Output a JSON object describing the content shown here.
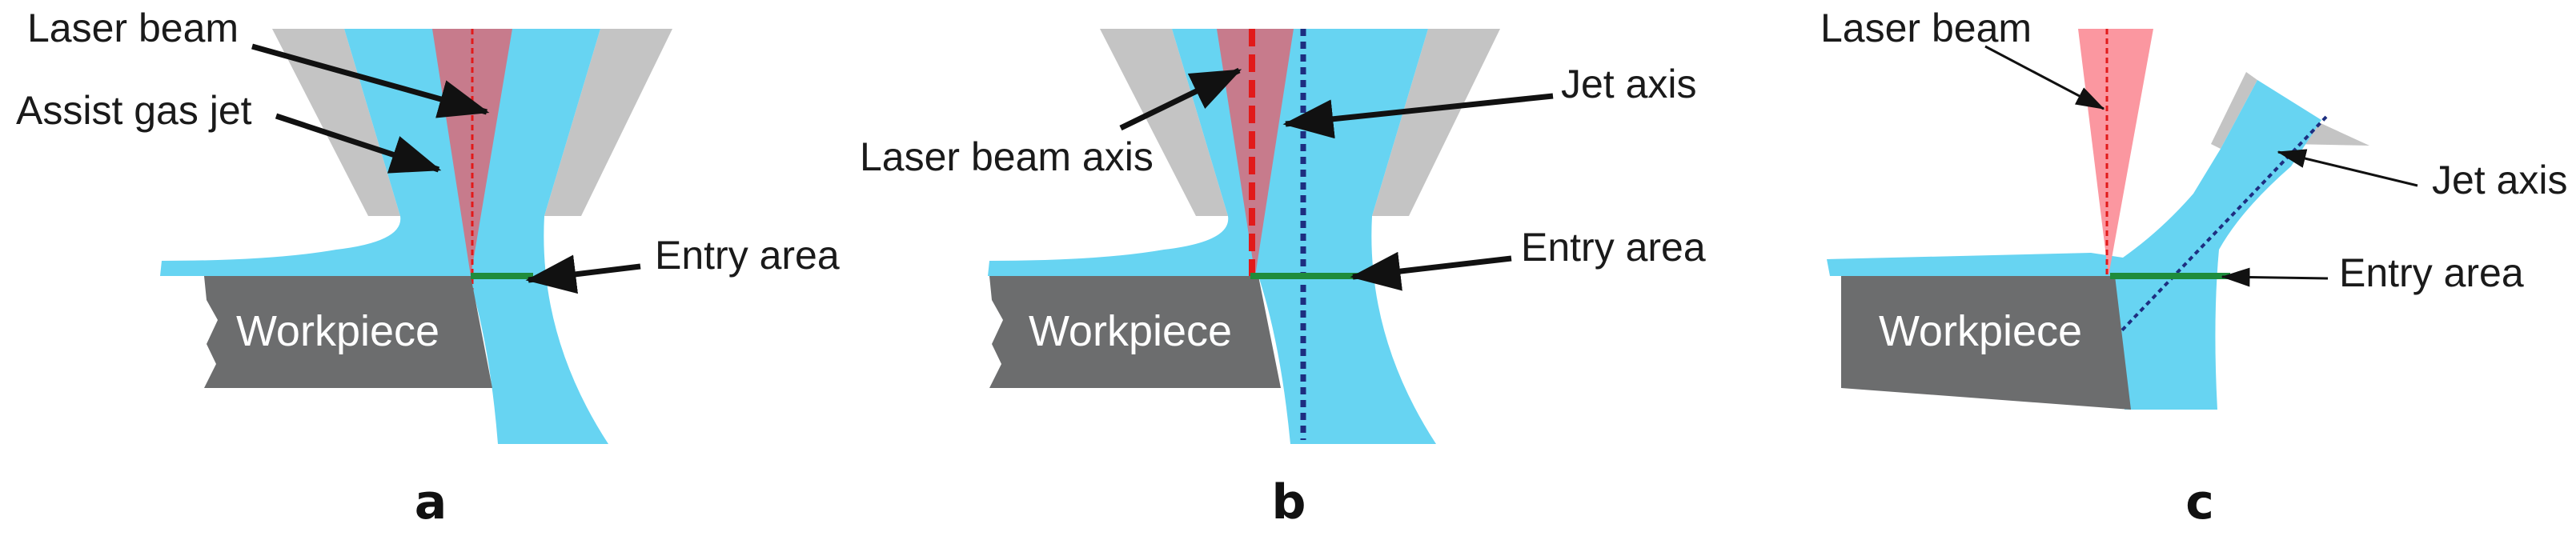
{
  "colors": {
    "gas_jet": "#67d4f2",
    "nozzle": "#c4c4c4",
    "laser_ab": "#c77b8c",
    "laser_c": "#fb97a0",
    "workpiece": "#6c6d6e",
    "entry_line": "#1f8c3b",
    "laser_axis": "#e21a1a",
    "jet_axis": "#1d2e80",
    "arrow": "#111111"
  },
  "panels": [
    {
      "letter": "a",
      "labels": {
        "laser_beam": "Laser beam",
        "assist_gas_jet": "Assist gas jet",
        "entry_area": "Entry area",
        "workpiece": "Workpiece"
      }
    },
    {
      "letter": "b",
      "labels": {
        "jet_axis": "Jet axis",
        "laser_beam_axis": "Laser beam axis",
        "entry_area": "Entry area",
        "workpiece": "Workpiece"
      }
    },
    {
      "letter": "c",
      "labels": {
        "laser_beam": "Laser beam",
        "jet_axis": "Jet axis",
        "entry_area": "Entry area",
        "workpiece": "Workpiece"
      }
    }
  ]
}
